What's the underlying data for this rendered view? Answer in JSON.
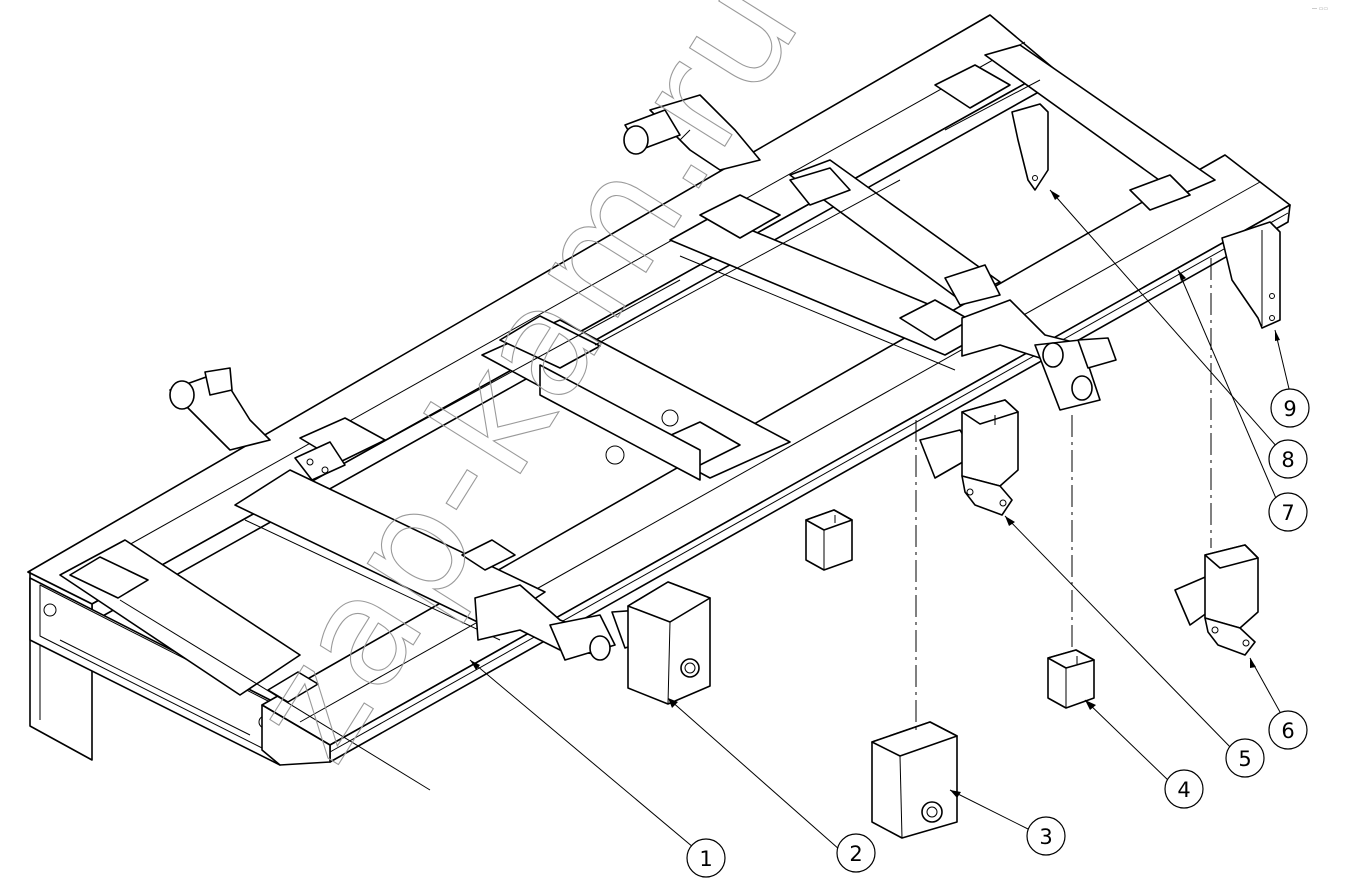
{
  "watermark": "zap-kam.ru",
  "corner_mark": "⎯⎯ ▭▭",
  "callouts": [
    "1",
    "2",
    "3",
    "4",
    "5",
    "6",
    "7",
    "8",
    "9"
  ]
}
